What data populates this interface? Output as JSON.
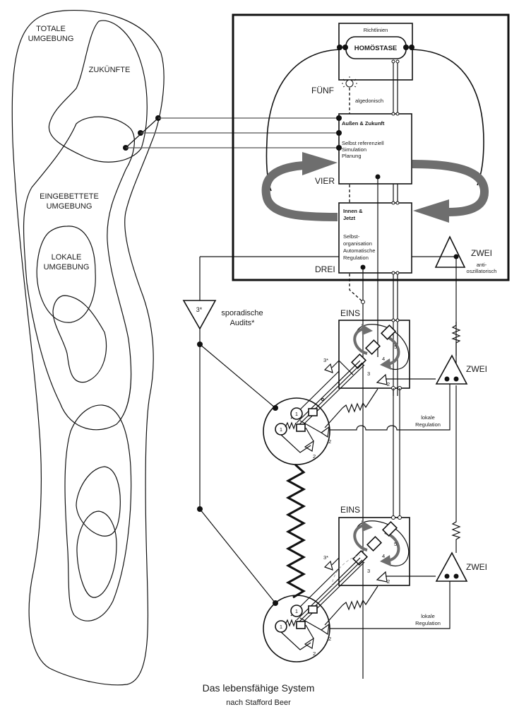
{
  "diagram": {
    "title": "Das lebensfähige System",
    "subtitle": "nach Stafford Beer",
    "colors": {
      "line": "#111111",
      "arrow_grey": "#6e6e6e",
      "background": "#ffffff"
    },
    "environment": {
      "total": "TOTALE\nUMGEBUNG",
      "total_l1": "TOTALE",
      "total_l2": "UMGEBUNG",
      "futures": "ZUKÜNFTE",
      "embedded_l1": "EINGEBETTETE",
      "embedded_l2": "UMGEBUNG",
      "local_l1": "LOKALE",
      "local_l2": "UMGEBUNG"
    },
    "system5": {
      "label": "FÜNF",
      "box_title": "Richtlinien",
      "homeostasis": "HOMÖSTASE",
      "algedonic": "algedonisch",
      "icon": "lamp-icon"
    },
    "system4": {
      "label": "VIER",
      "box_title": "Außen & Zukunft",
      "lines": [
        "Selbst referenziell",
        "Simulation",
        "Planung"
      ]
    },
    "system3": {
      "label": "DREI",
      "box_title_l1": "Innen &",
      "box_title_l2": "Jetzt",
      "lines": [
        "Selbst-",
        "organisation",
        "Automatische",
        "Regulation"
      ]
    },
    "system2": {
      "label": "ZWEI",
      "note_l1": "anti-",
      "note_l2": "oszillatorisch",
      "local_label": "ZWEI",
      "local_reg_l1": "lokale",
      "local_reg_l2": "Regulation"
    },
    "audit": {
      "symbol": "3*",
      "label_l1": "sporadische",
      "label_l2": "Audits*"
    },
    "operations": [
      {
        "label": "EINS",
        "nums": [
          "5",
          "4",
          "3",
          "2",
          "3*"
        ],
        "unit_nums": [
          "1",
          "1",
          "2",
          "2"
        ]
      },
      {
        "label": "EINS",
        "nums": [
          "5",
          "4",
          "3",
          "2",
          "3*"
        ],
        "unit_nums": [
          "1",
          "1",
          "2",
          "2"
        ]
      }
    ]
  }
}
